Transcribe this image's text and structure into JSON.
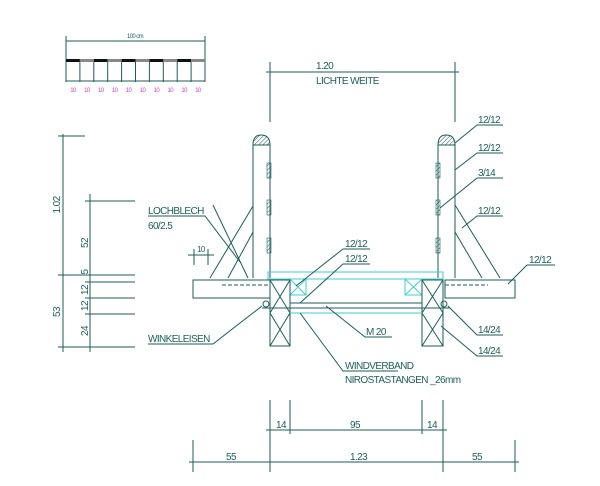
{
  "colors": {
    "line": "#1c5e5a",
    "accent": "#3fcfcf",
    "scale_labels": "#d040d0"
  },
  "scale_bar": {
    "label": "100 cm",
    "segments": [
      "10",
      "10",
      "10",
      "10",
      "10",
      "10",
      "10",
      "10",
      "10",
      "10"
    ]
  },
  "top_dimension": {
    "value": "1.20",
    "label": "LICHTE WEITE"
  },
  "left_dimensions": {
    "outer": [
      "1.02",
      "53"
    ],
    "inner": [
      "52",
      "5",
      "12",
      "12",
      "24"
    ]
  },
  "gap_dimension": "10",
  "labels": {
    "lochblech": "LOCHBLECH",
    "lochblech_size": "60/2.5",
    "winkeleisen": "WINKELEISEN",
    "handrail": "12/12",
    "post": "12/12",
    "plank": "3/14",
    "brace": "12/12",
    "deck_beam": "12/12",
    "cross_a": "12/12",
    "cross_b": "12/12",
    "bolt": "M 20",
    "beam_a": "14/24",
    "beam_b": "14/24",
    "windverband": "WINDVERBAND",
    "nirostastangen": "NIROSTASTANGEN _26mm"
  },
  "bottom_dimensions": {
    "inner": [
      "14",
      "95",
      "14"
    ],
    "outer": [
      "55",
      "1.23",
      "55"
    ]
  }
}
